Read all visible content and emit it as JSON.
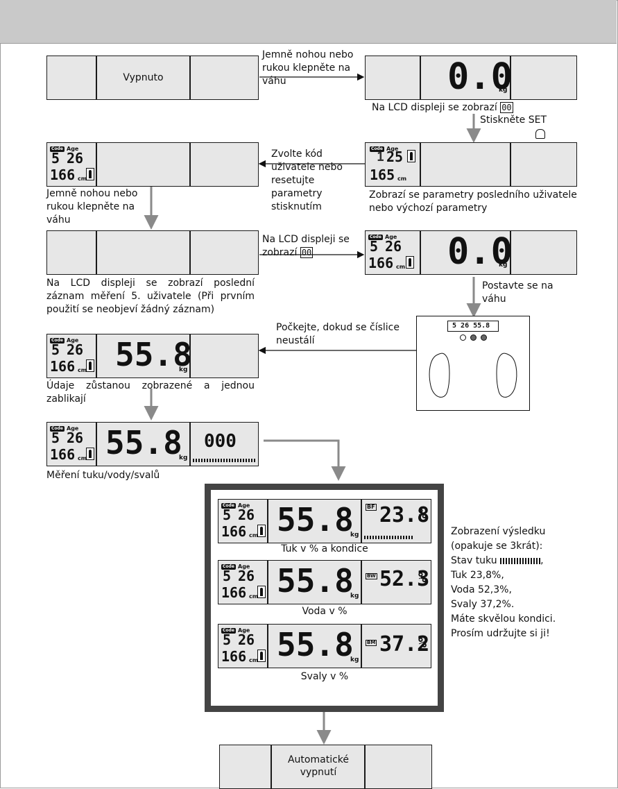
{
  "colors": {
    "header": "#c9c9c9",
    "lcd": "#e7e7e7",
    "arrow": "#8a8a8a",
    "panel_border": "#444444"
  },
  "steps": {
    "off": "Vypnuto",
    "tap1": "Jemně nohou nebo rukou klepněte na váhu",
    "lcd_shows": "Na LCD displeji se zobrazí",
    "press_set": "Stiskněte SET",
    "choose_code": "Zvolte kód uživatele nebo resetujte parametry stisknutím",
    "last_params": "Zobrazí se parametry posledního uživatele nebo výchozí parametry",
    "tap2": "Jemně nohou nebo rukou klepněte na váhu",
    "lcd_shows2": "Na LCD displeji se zobrazí",
    "last_record": "Na LCD displeji se zobrazí poslední záznam měření 5. uživatele (Při prvním použití se neobjeví žádný záznam)",
    "stand": "Postavte se na váhu",
    "wait": "Počkejte, dokud se číslice neustálí",
    "blink": "Údaje zůstanou zobrazené a jednou zablikají",
    "measuring": "Měření tuku/vody/svalů",
    "fat_label": "Tuk v % a kondice",
    "water_label": "Voda v %",
    "muscle_label": "Svaly v %",
    "auto_off": "Automatické vypnutí"
  },
  "result_note": {
    "line1": "Zobrazení výsledku",
    "line2": "(opakuje se 3krát):",
    "line3": "Stav tuku",
    "line4": "Tuk 23,8%,",
    "line5": "Voda 52,3%,",
    "line6": "Svaly 37,2%.",
    "line7": "Máte skvělou kondici.",
    "line8": "Prosím udržujte si ji!"
  },
  "lcd": {
    "zero": "0.0",
    "kg": "kg",
    "code_tag": "Code",
    "age_tag": "Age",
    "code": "5",
    "age": "26",
    "height": "166",
    "cm": "cm",
    "prev_code": "1",
    "prev_age": "25",
    "prev_height": "165",
    "weight": "55.8",
    "fat_dots": "000",
    "bf_tag": "BF",
    "bw_tag": "BW",
    "bm_tag": "BM",
    "bf": "23.8",
    "bw": "52.3",
    "bm": "37.2",
    "pct": "%"
  }
}
